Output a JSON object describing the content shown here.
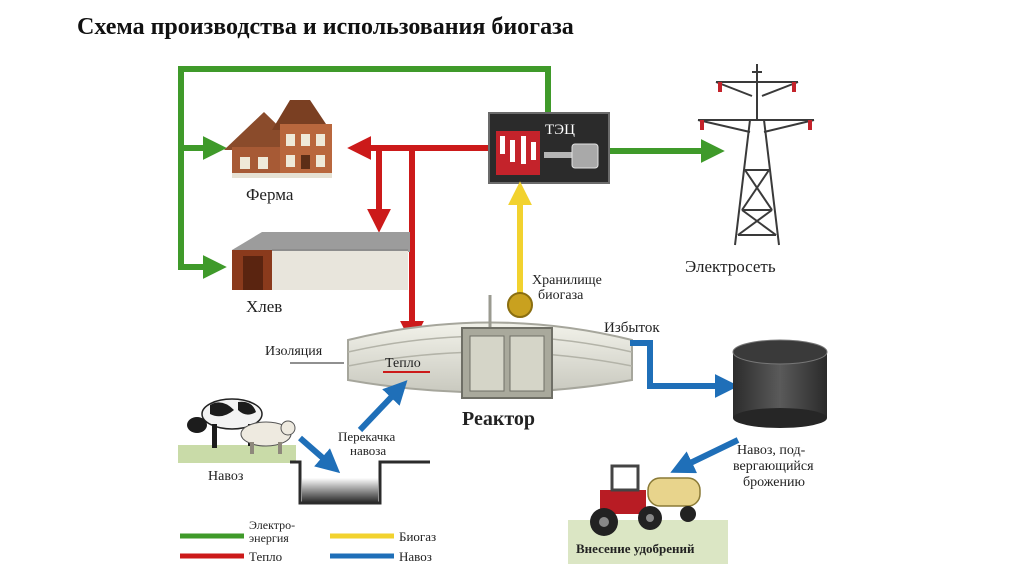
{
  "title": "Схема производства и использования биогаза",
  "labels": {
    "chp": "ТЭЦ",
    "farm": "Ферма",
    "barn": "Хлев",
    "grid": "Электросеть",
    "storage_line1": "Хранилище",
    "storage_line2": "биогаза",
    "excess": "Избыток",
    "insulation": "Изоляция",
    "heat": "Тепло",
    "reactor": "Реактор",
    "pumping_line1": "Перекачка",
    "pumping_line2": "навоза",
    "manure": "Навоз",
    "ferment_line1": "Навоз, под-",
    "ferment_line2": "вергающийся",
    "ferment_line3": "брожению",
    "fertilizer": "Внесение удобрений"
  },
  "legend": [
    {
      "line1": "Электро-",
      "line2": "энергия",
      "color": "#3f9a2a"
    },
    {
      "line1": "Тепло",
      "line2": "",
      "color": "#cc1a1a"
    },
    {
      "line1": "Биогаз",
      "line2": "",
      "color": "#f2d22e"
    },
    {
      "line1": "Навоз",
      "line2": "",
      "color": "#1f6fb8"
    }
  ],
  "colors": {
    "electricity": "#3f9a2a",
    "heat": "#cc1a1a",
    "biogas": "#f2d22e",
    "manure": "#1f6fb8"
  }
}
